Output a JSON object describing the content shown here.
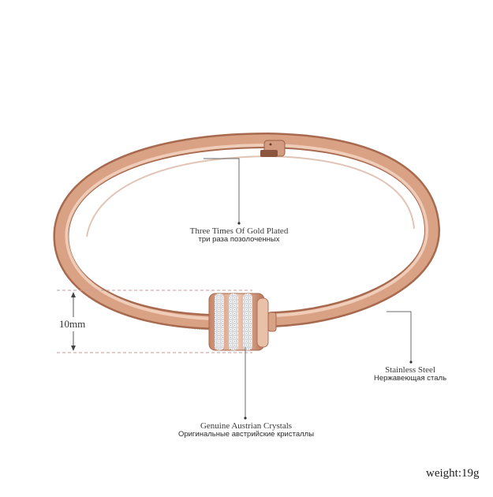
{
  "product": {
    "subject": "rose gold hinged bangle bracelet with crystal barrel charm",
    "colors": {
      "metal_light": "#f1cdb5",
      "metal_mid": "#d9a285",
      "metal_dark": "#a86a4f",
      "crystal": "#e8e8ec",
      "guide_line": "#6b6b6b",
      "dashed_line": "#c99a9a",
      "background": "#ffffff"
    }
  },
  "annotations": {
    "plating": {
      "en": "Three Times Of Gold Plated",
      "ru": "три раза позолоченных"
    },
    "material": {
      "en": "Stainless Steel",
      "ru": "Нержавеющая сталь"
    },
    "crystals": {
      "en": "Genuine Austrian Crystals",
      "ru": "Оригинальные австрийские кристаллы"
    },
    "dimension": {
      "value": "10mm"
    },
    "weight": {
      "text": "weight:19g"
    }
  }
}
